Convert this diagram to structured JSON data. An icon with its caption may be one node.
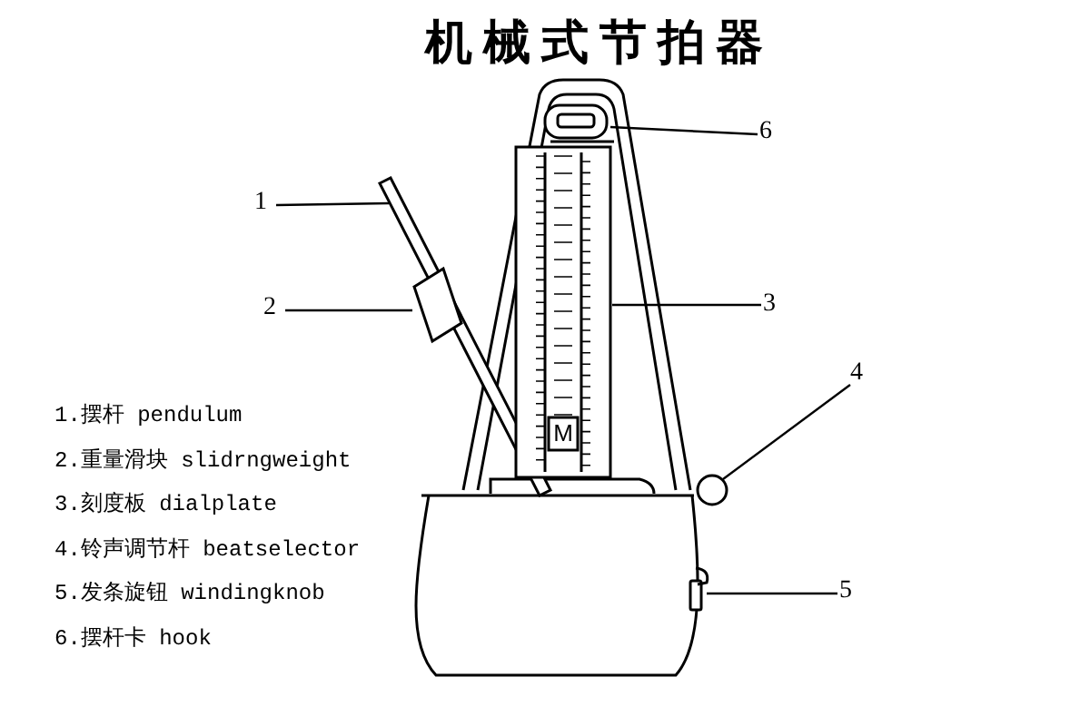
{
  "diagram": {
    "title": "机械式节拍器",
    "nodes": [
      {
        "text": [
          "1"
        ]
      },
      {
        "text": [
          "2"
        ]
      },
      {
        "text": [
          "3"
        ]
      },
      {
        "text": [
          "4"
        ]
      },
      {
        "text": [
          "5"
        ]
      },
      {
        "text": [
          "6"
        ]
      },
      {
        "text": [],
        "shape": "bar"
      },
      {
        "text": [],
        "shape": "box"
      },
      {
        "text": [],
        "shape": "box"
      },
      {
        "text": [],
        "shape": "circle"
      },
      {
        "text": [],
        "shape": "box"
      },
      {
        "text": [],
        "shape": "box"
      }
    ],
    "edges": [
      {
        "from": 0,
        "to": 6,
        "arrow": "none"
      },
      {
        "from": 1,
        "to": 7,
        "arrow": "none"
      },
      {
        "from": 2,
        "to": 8,
        "arrow": "none"
      },
      {
        "from": 3,
        "to": 9,
        "arrow": "none"
      },
      {
        "from": 4,
        "to": 10,
        "arrow": "none"
      },
      {
        "from": 5,
        "to": 11,
        "arrow": "none"
      }
    ],
    "labels": [
      "M",
      "1.摆杆 pendulum",
      "2.重量滑块 slidrngweight",
      "3.刻度板 dialplate",
      "4.铃声调节杆 beatselector",
      "5.发条旋钮 windingknob",
      "6.摆杆卡 hook"
    ]
  }
}
